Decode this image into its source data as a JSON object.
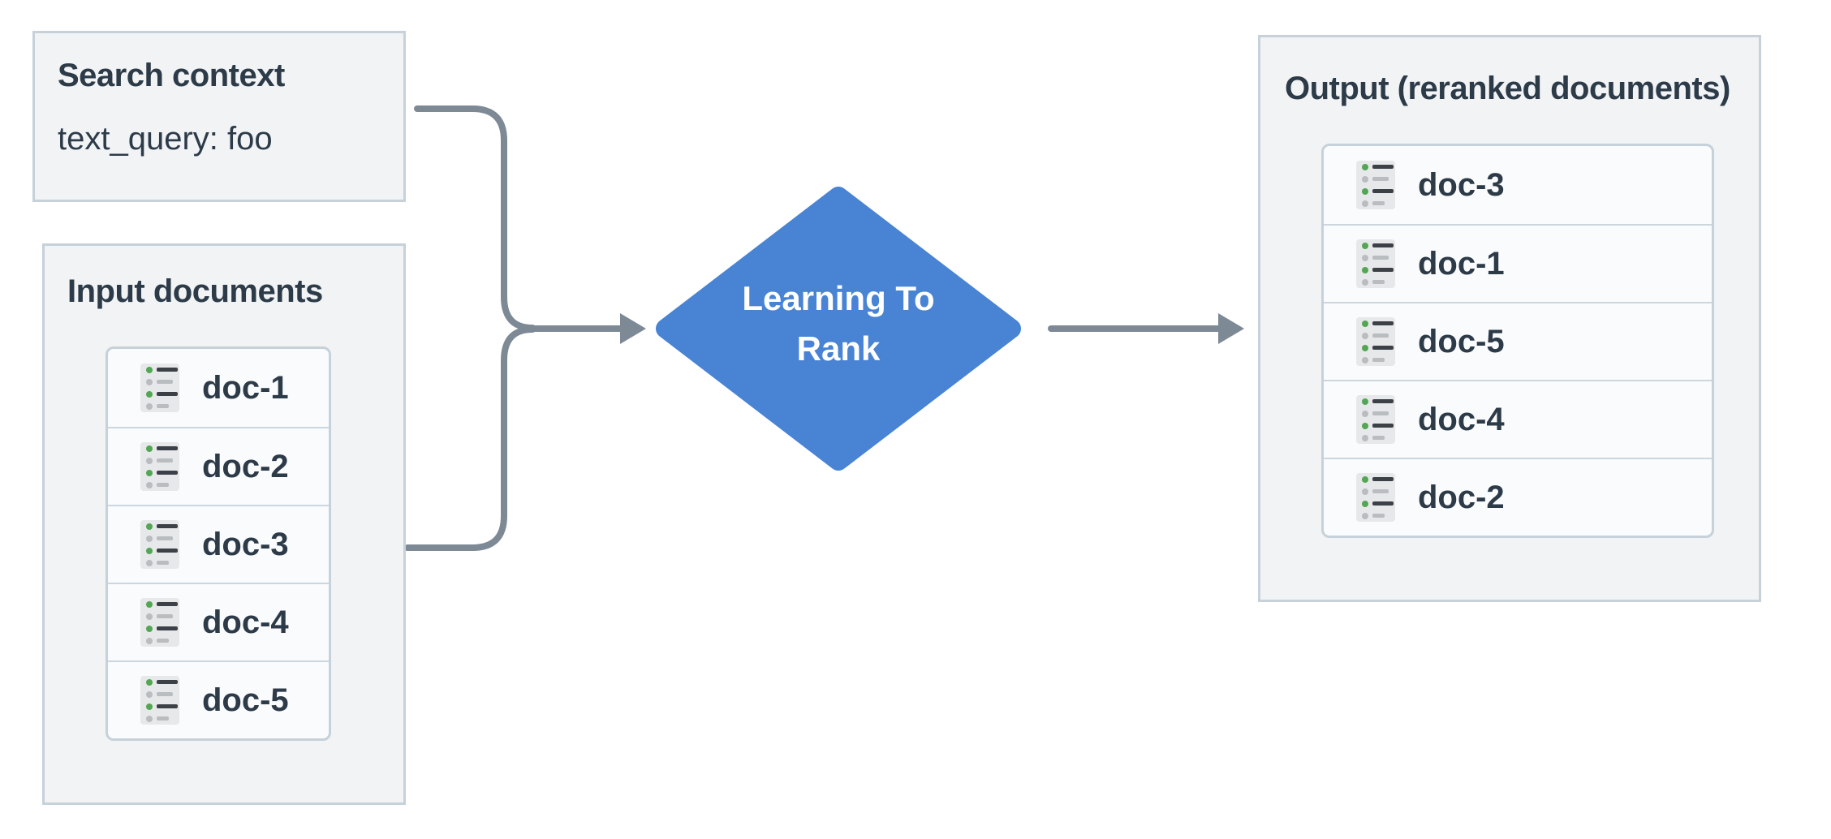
{
  "search_context": {
    "title": "Search context",
    "body": "text_query: foo"
  },
  "input_documents": {
    "title": "Input documents",
    "docs": [
      "doc-1",
      "doc-2",
      "doc-3",
      "doc-4",
      "doc-5"
    ]
  },
  "process_node": {
    "label": "Learning To Rank"
  },
  "output_documents": {
    "title": "Output (reranked documents)",
    "docs": [
      "doc-3",
      "doc-1",
      "doc-5",
      "doc-4",
      "doc-2"
    ]
  },
  "colors": {
    "node_blue": "#4883d4",
    "connector_gray": "#7d8a96",
    "panel_border": "#c6d1da",
    "text_slate": "#2d3b49",
    "icon_green": "#53a653"
  }
}
